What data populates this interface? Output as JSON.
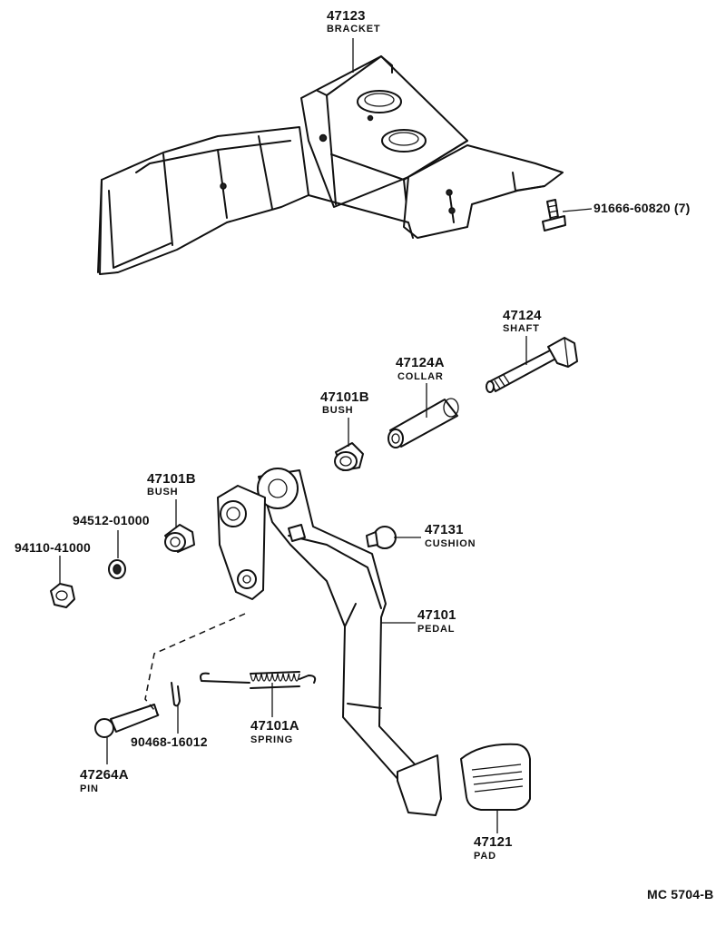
{
  "parts": {
    "bracket": {
      "number": "47123",
      "name": "BRACKET"
    },
    "bolt": {
      "code": "91666-60820 (7)"
    },
    "shaft": {
      "number": "47124",
      "name": "SHAFT"
    },
    "collar": {
      "number": "47124A",
      "name": "COLLAR"
    },
    "bush_upper": {
      "number": "47101B",
      "name": "BUSH"
    },
    "bush_lower": {
      "number": "47101B",
      "name": "BUSH"
    },
    "washer": {
      "code": "94512-01000"
    },
    "nut": {
      "code": "94110-41000"
    },
    "cushion": {
      "number": "47131",
      "name": "CUSHION"
    },
    "pedal": {
      "number": "47101",
      "name": "PEDAL"
    },
    "spring": {
      "number": "47101A",
      "name": "SPRING"
    },
    "clip": {
      "code": "90468-16012"
    },
    "pin": {
      "number": "47264A",
      "name": "PIN"
    },
    "pad": {
      "number": "47121",
      "name": "PAD"
    }
  },
  "diagram_code": "MC 5704-B"
}
